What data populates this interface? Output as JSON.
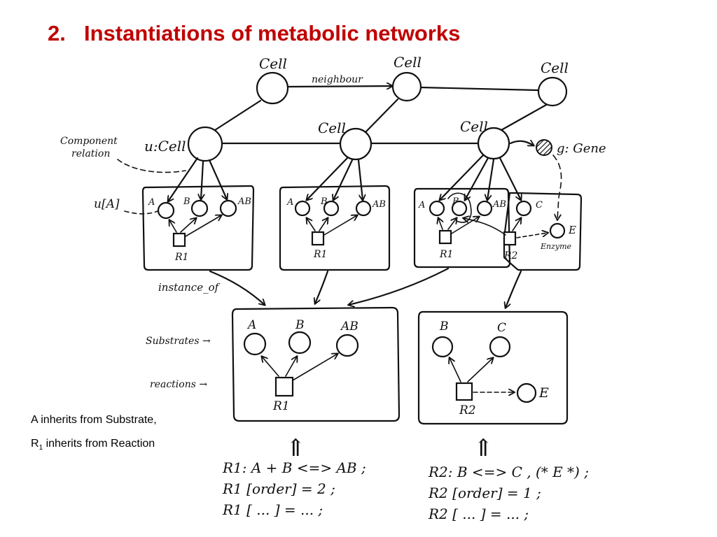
{
  "title": {
    "number": "2.",
    "text": "Instantiations of metabolic networks"
  },
  "notes": {
    "line1": "A inherits from Substrate,",
    "line2_prefix": "R",
    "line2_sub": "1",
    "line2_suffix": " inherits from Reaction"
  },
  "diagram": {
    "cell": "Cell",
    "neighbour": "neighbour",
    "u_cell": "u:Cell",
    "component_relation_1": "Component",
    "component_relation_2": "relation",
    "u_a": "u[A]",
    "gene": "g: Gene",
    "instance_of": "instance_of",
    "substrates": "Substrates →",
    "reactions": "reactions →",
    "node_a": "A",
    "node_b": "B",
    "node_ab": "AB",
    "node_c": "C",
    "node_e": "E",
    "enzyme": "Enzyme",
    "r1": "R1",
    "r2": "R2",
    "r1_code": [
      "R1:  A + B  <=>  AB ;",
      "R1 [order] = 2 ;",
      "R1 [ ... ] = ... ;"
    ],
    "r2_code": [
      "R2:  B <=> C , (* E *) ;",
      "R2 [order] = 1 ;",
      "R2 [ ... ] = ... ;"
    ],
    "implies": "⇑"
  }
}
